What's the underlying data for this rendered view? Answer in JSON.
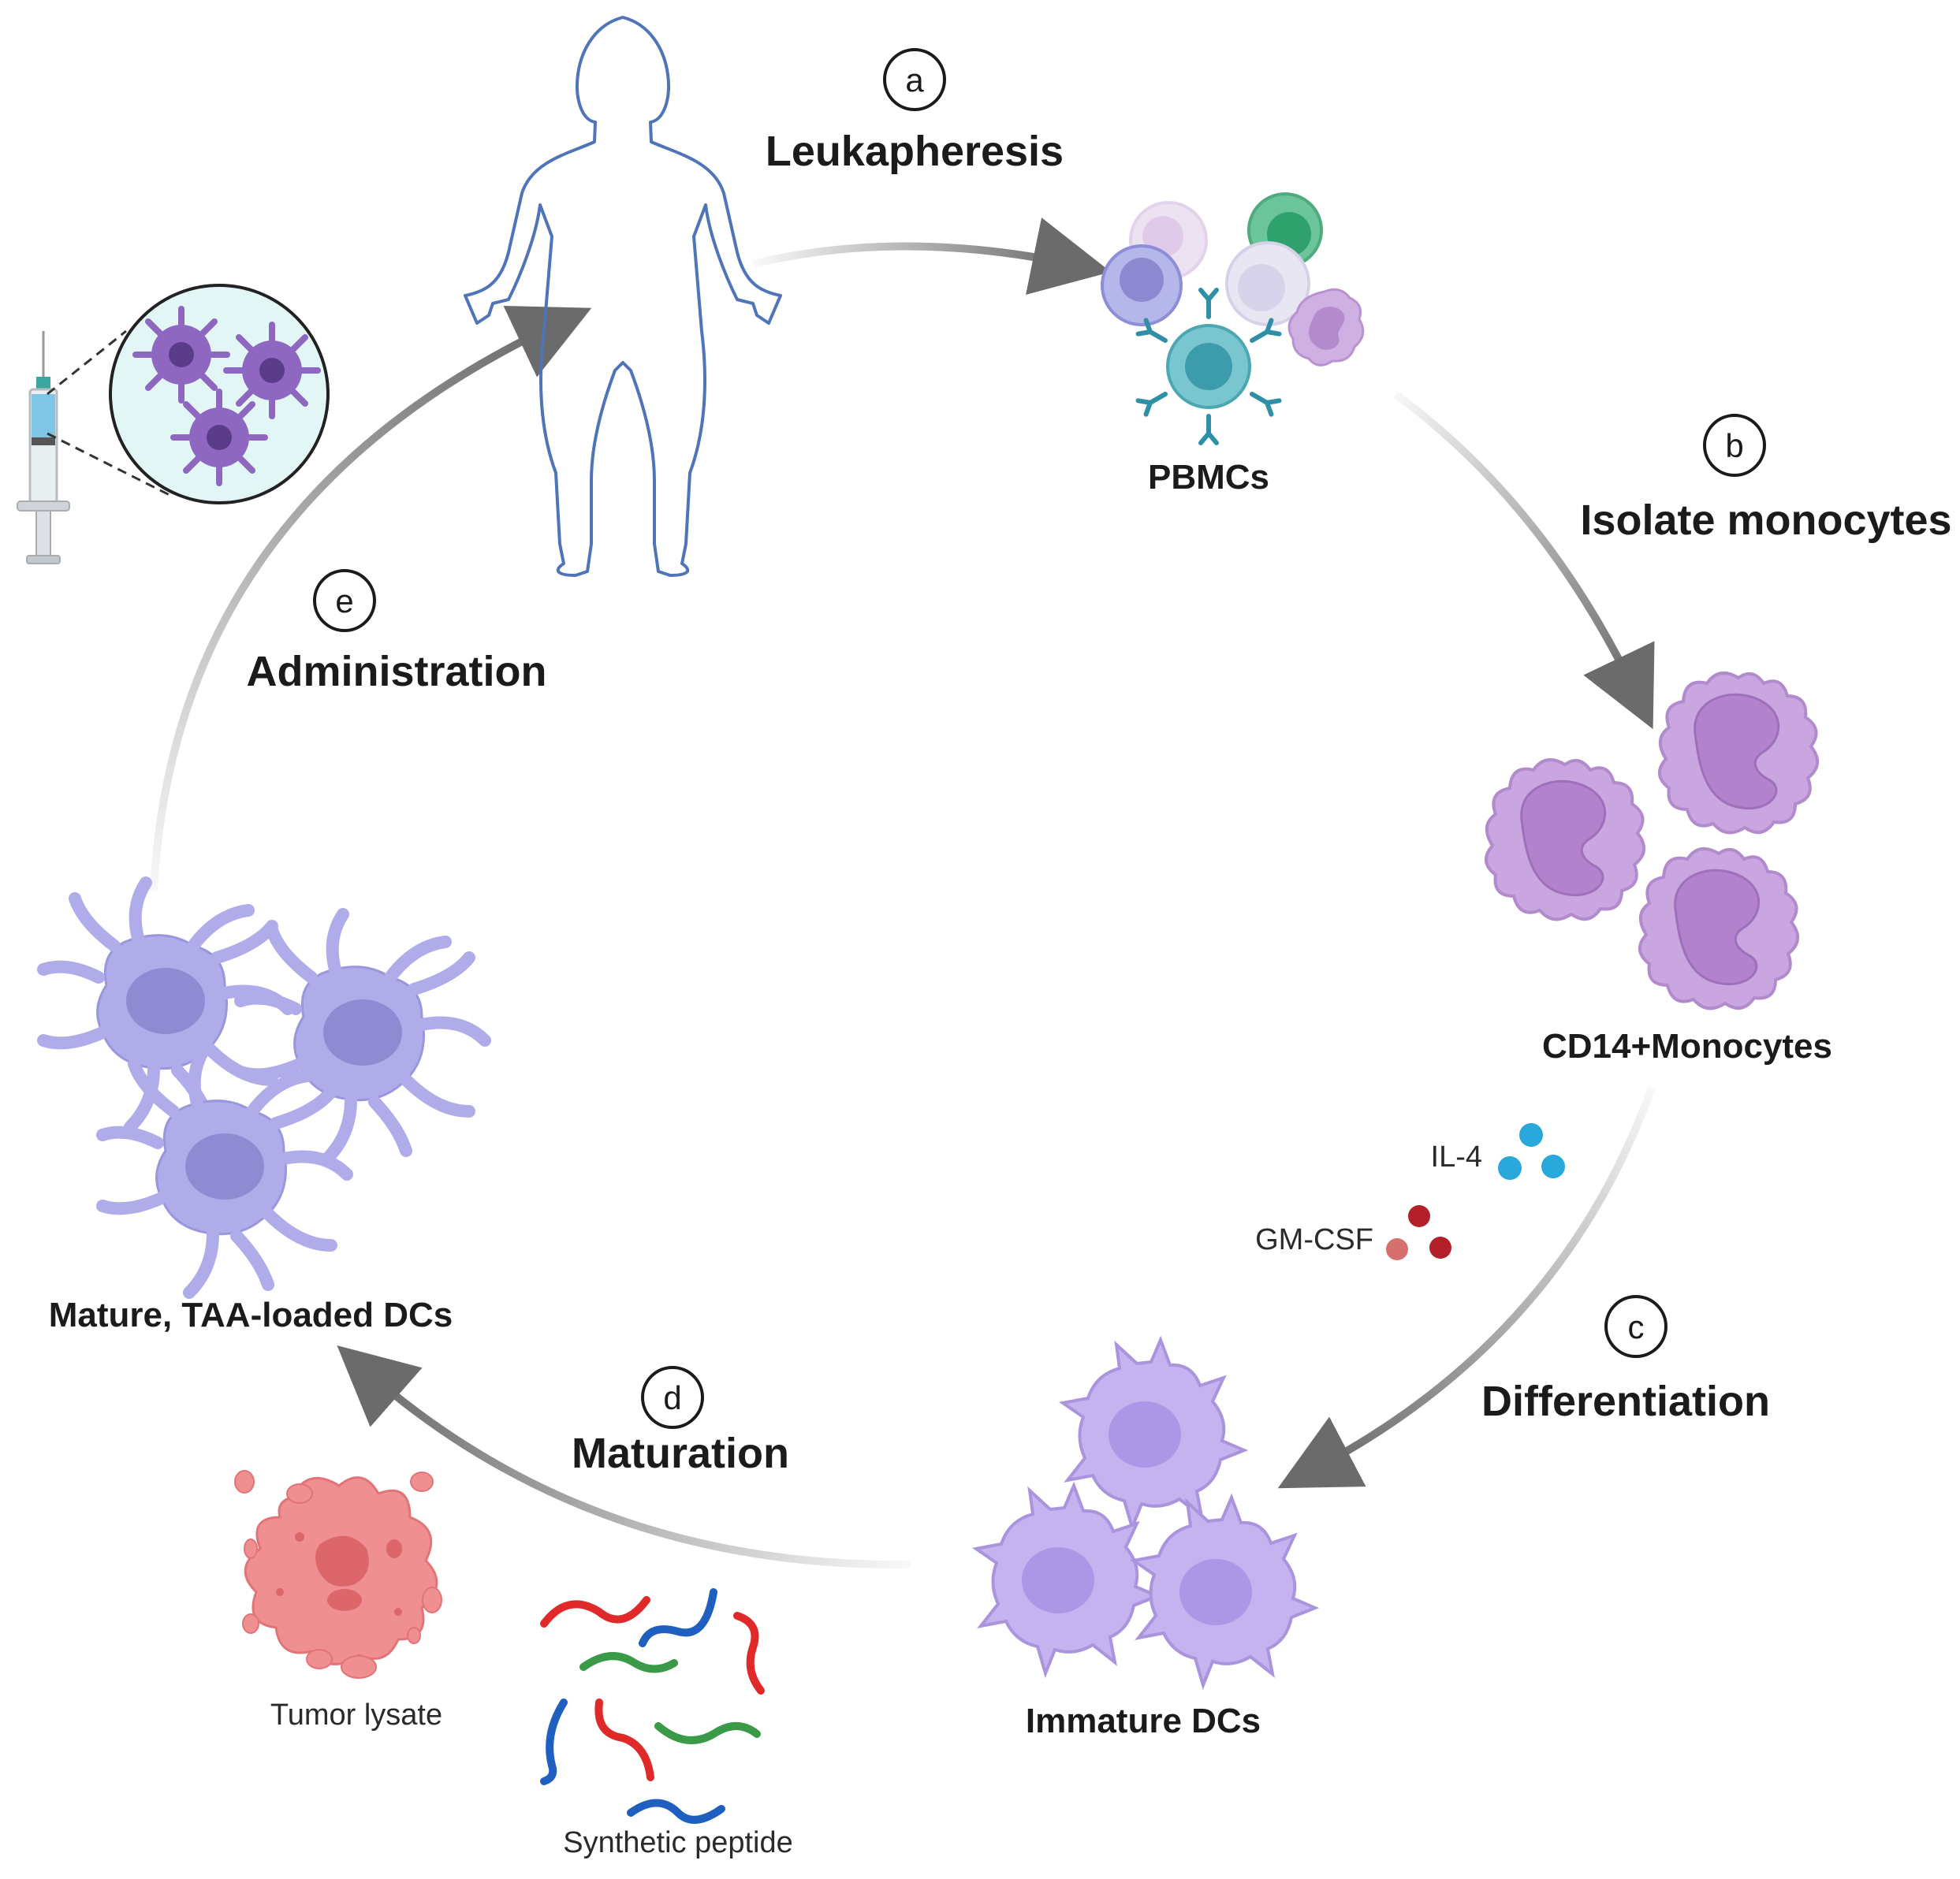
{
  "steps": [
    {
      "letter": "a",
      "title": "Leukapheresis"
    },
    {
      "letter": "b",
      "title": "Isolate monocytes"
    },
    {
      "letter": "c",
      "title": "Differentiation"
    },
    {
      "letter": "d",
      "title": "Maturation"
    },
    {
      "letter": "e",
      "title": "Administration"
    }
  ],
  "labels": {
    "pbmcs": "PBMCs",
    "monocytes": "CD14+Monocytes",
    "immature": "Immature DCs",
    "mature": "Mature, TAA-loaded DCs",
    "il4": "IL-4",
    "gmcsf": "GM-CSF",
    "tumor_lysate": "Tumor lysate",
    "synthetic_peptide": "Synthetic peptide"
  },
  "colors": {
    "arrow": "#6b6b6b",
    "body_outline": "#4f74b8",
    "monocyte": "#c9a6df",
    "monocyte_nucleus": "#b283cc",
    "dc_immature": "#c4b3ef",
    "dc_mature": "#b0acea",
    "il4": "#29a8dc",
    "gmcsf": "#b3202a",
    "tumor": "#f08f92",
    "peptide_red": "#e02a2a",
    "peptide_blue": "#1f5fbf",
    "peptide_green": "#3a9a48"
  },
  "icons": [
    "human-body-icon",
    "syringe-icon",
    "pbmc-cluster-icon",
    "monocyte-icon",
    "immature-dc-icon",
    "mature-dc-icon",
    "tumor-lysate-icon",
    "peptide-icon"
  ]
}
